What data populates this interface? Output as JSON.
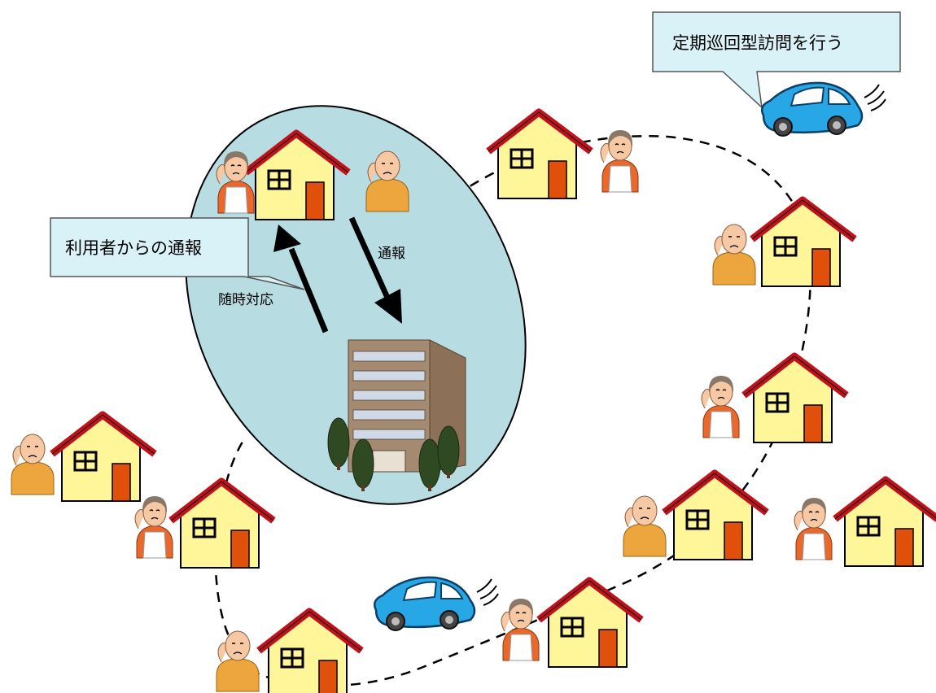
{
  "callouts": {
    "patrol_visit": "定期巡回型訪問を行う",
    "user_call": "利用者からの通報"
  },
  "arrows": {
    "report": "通報",
    "respond_anytime": "随時対応"
  },
  "colors": {
    "office_zone": "#b7dde3",
    "callout_fill": "#d9f2f7",
    "house_wall": "#fff699",
    "house_roof": "#c0121b",
    "house_door": "#e0500a",
    "car_body": "#27a7e6",
    "building": "#a48a70",
    "tree": "#2f4a22"
  },
  "icons": [
    "house-icon",
    "elderly-man-icon",
    "elderly-woman-icon",
    "car-icon",
    "care-office-building-icon",
    "tree-icon"
  ]
}
